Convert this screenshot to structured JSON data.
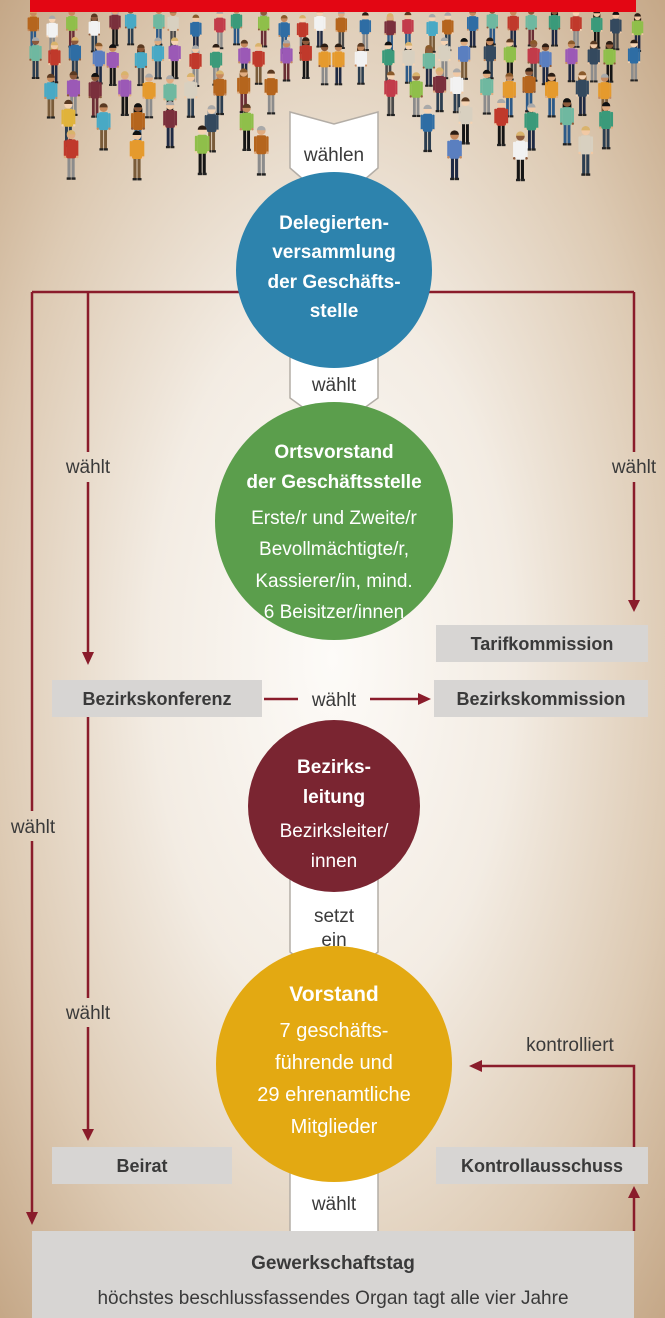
{
  "colors": {
    "header_bar": "#e30613",
    "line": "#8a1c2b",
    "delegates_assembly": "#2d83ad",
    "local_board": "#5b9e4c",
    "district_leadership": "#7a2531",
    "executive_board": "#e3a912",
    "box": "#d7d5d3"
  },
  "connectors": {
    "members_to_assembly": "wählen",
    "assembly_to_board": "wählt",
    "leadership_to_executive": [
      "setzt",
      "ein"
    ],
    "congress_to_executive": "wählt"
  },
  "delegates_assembly": {
    "lines": [
      "Delegierten-",
      "versammlung",
      "der Geschäfts-",
      "stelle"
    ]
  },
  "local_board": {
    "title_lines": [
      "Ortsvorstand",
      "der Geschäftsstelle"
    ],
    "body_lines": [
      "Erste/r und Zweite/r",
      "Bevollmächtigte/r,",
      "Kassierer/in, mind.",
      "6 Beisitzer/innen"
    ]
  },
  "district_leadership": {
    "title_lines": [
      "Bezirks-",
      "leitung"
    ],
    "body_lines": [
      "Bezirksleiter/",
      "innen"
    ]
  },
  "executive_board": {
    "title": "Vorstand",
    "body_lines": [
      "7 geschäfts-",
      "führende und",
      "29 ehrenamtliche",
      "Mitglieder"
    ]
  },
  "boxes": {
    "tariff_commission": "Tarifkommission",
    "district_conference": "Bezirkskonferenz",
    "district_commission": "Bezirkskommission",
    "advisory_council": "Beirat",
    "control_committee": "Kontrollausschuss"
  },
  "edge_labels": {
    "left_inner_upper": "wählt",
    "right": "wählt",
    "district_conference": "wählt",
    "left_outer": "wählt",
    "left_inner_lower": "wählt",
    "control": "kontrolliert"
  },
  "congress": {
    "title": "Gewerkschaftstag",
    "subtitle": "höchstes beschlussfassendes Organ tagt alle vier Jahre"
  }
}
